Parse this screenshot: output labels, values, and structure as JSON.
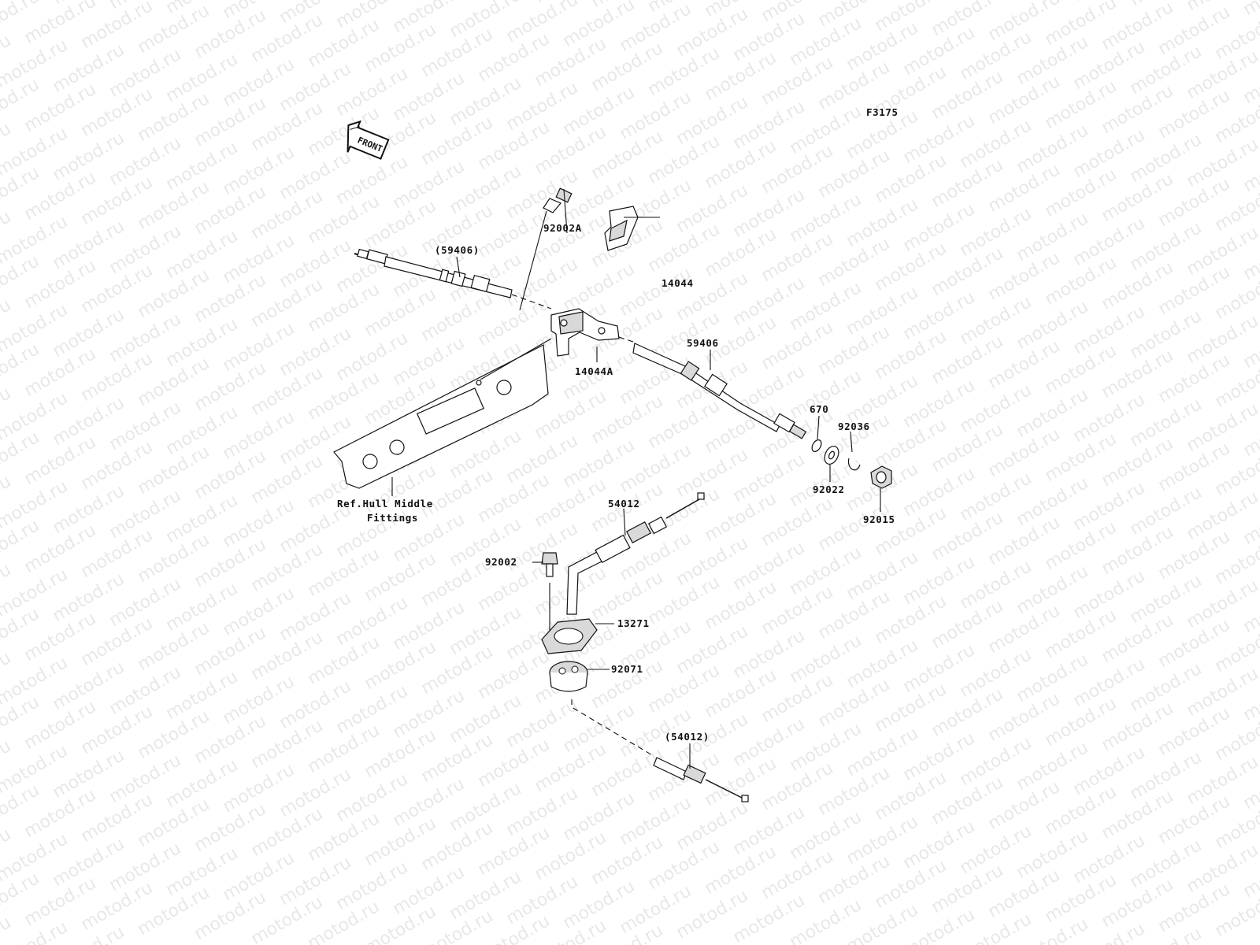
{
  "figure_code": "F3175",
  "front_badge": "FRONT",
  "watermark": "motod.ru",
  "callouts": {
    "c59406_ref": "(59406)",
    "c92002A": "92002A",
    "c14044": "14044",
    "c14044A": "14044A",
    "c59406": "59406",
    "c670": "670",
    "c92036": "92036",
    "c92022": "92022",
    "c92015": "92015",
    "c54012": "54012",
    "c92002": "92002",
    "c13271": "13271",
    "c92071": "92071",
    "c54012_ref": "(54012)"
  },
  "reference_note": {
    "line1": "Ref.Hull Middle",
    "line2": "Fittings"
  }
}
